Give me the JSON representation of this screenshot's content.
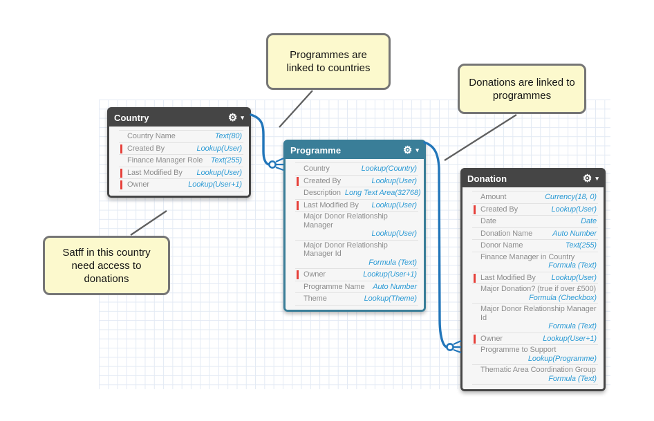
{
  "colors": {
    "connector_blue": "#2276ba",
    "type_blue": "#2d9bd5",
    "required_red": "#e6403a",
    "header_dark": "#454545",
    "header_teal": "#3a7e98",
    "note_fill": "#fcf9cd",
    "note_border": "#757575",
    "grid_line": "#e3eaf4"
  },
  "icons": {
    "gear": "⚙",
    "caret": "▾"
  },
  "notes": [
    {
      "id": "programmes-linked",
      "text": "Programmes are linked to countries"
    },
    {
      "id": "donations-linked",
      "text": "Donations are linked to programmes"
    },
    {
      "id": "staff-access",
      "text": "Satff in this country need access to donations"
    }
  ],
  "tables": [
    {
      "id": "country",
      "title": "Country",
      "fields": [
        {
          "label": "Country Name",
          "type": "Text(80)"
        },
        {
          "label": "Created By",
          "type": "Lookup(User)",
          "required": true
        },
        {
          "label": "Finance Manager Role",
          "type": "Text(255)"
        },
        {
          "label": "Last Modified By",
          "type": "Lookup(User)",
          "required": true
        },
        {
          "label": "Owner",
          "type": "Lookup(User+1)",
          "required": true
        }
      ]
    },
    {
      "id": "programme",
      "title": "Programme",
      "fields": [
        {
          "label": "Country",
          "type": "Lookup(Country)"
        },
        {
          "label": "Created By",
          "type": "Lookup(User)",
          "required": true
        },
        {
          "label": "Description",
          "type": "Long Text Area(32768)"
        },
        {
          "label": "Last Modified By",
          "type": "Lookup(User)",
          "required": true
        },
        {
          "label": "Major Donor Relationship Manager",
          "type": "Lookup(User)",
          "wrap": true
        },
        {
          "label": "Major Donor Relationship Manager Id",
          "type": "Formula (Text)",
          "wrap": true
        },
        {
          "label": "Owner",
          "type": "Lookup(User+1)",
          "required": true
        },
        {
          "label": "Programme Name",
          "type": "Auto Number"
        },
        {
          "label": "Theme",
          "type": "Lookup(Theme)"
        }
      ]
    },
    {
      "id": "donation",
      "title": "Donation",
      "fields": [
        {
          "label": "Amount",
          "type": "Currency(18, 0)"
        },
        {
          "label": "Created By",
          "type": "Lookup(User)",
          "required": true
        },
        {
          "label": "Date",
          "type": "Date"
        },
        {
          "label": "Donation Name",
          "type": "Auto Number"
        },
        {
          "label": "Donor Name",
          "type": "Text(255)"
        },
        {
          "label": "Finance Manager in Country",
          "type": "Formula (Text)",
          "wrap": true
        },
        {
          "label": "Last Modified By",
          "type": "Lookup(User)",
          "required": true
        },
        {
          "label": "Major Donation? (true if over £500)",
          "type": "Formula (Checkbox)",
          "wrap": true
        },
        {
          "label": "Major Donor Relationship Manager Id",
          "type": "Formula (Text)",
          "wrap": true
        },
        {
          "label": "Owner",
          "type": "Lookup(User+1)",
          "required": true
        },
        {
          "label": "Programme to Support",
          "type": "Lookup(Programme)",
          "wrap": true
        },
        {
          "label": "Thematic Area Coordination Group",
          "type": "Formula (Text)",
          "wrap": true
        }
      ]
    }
  ],
  "relationships": [
    {
      "from": "Country",
      "to": "Programme"
    },
    {
      "from": "Programme",
      "to": "Donation"
    }
  ]
}
